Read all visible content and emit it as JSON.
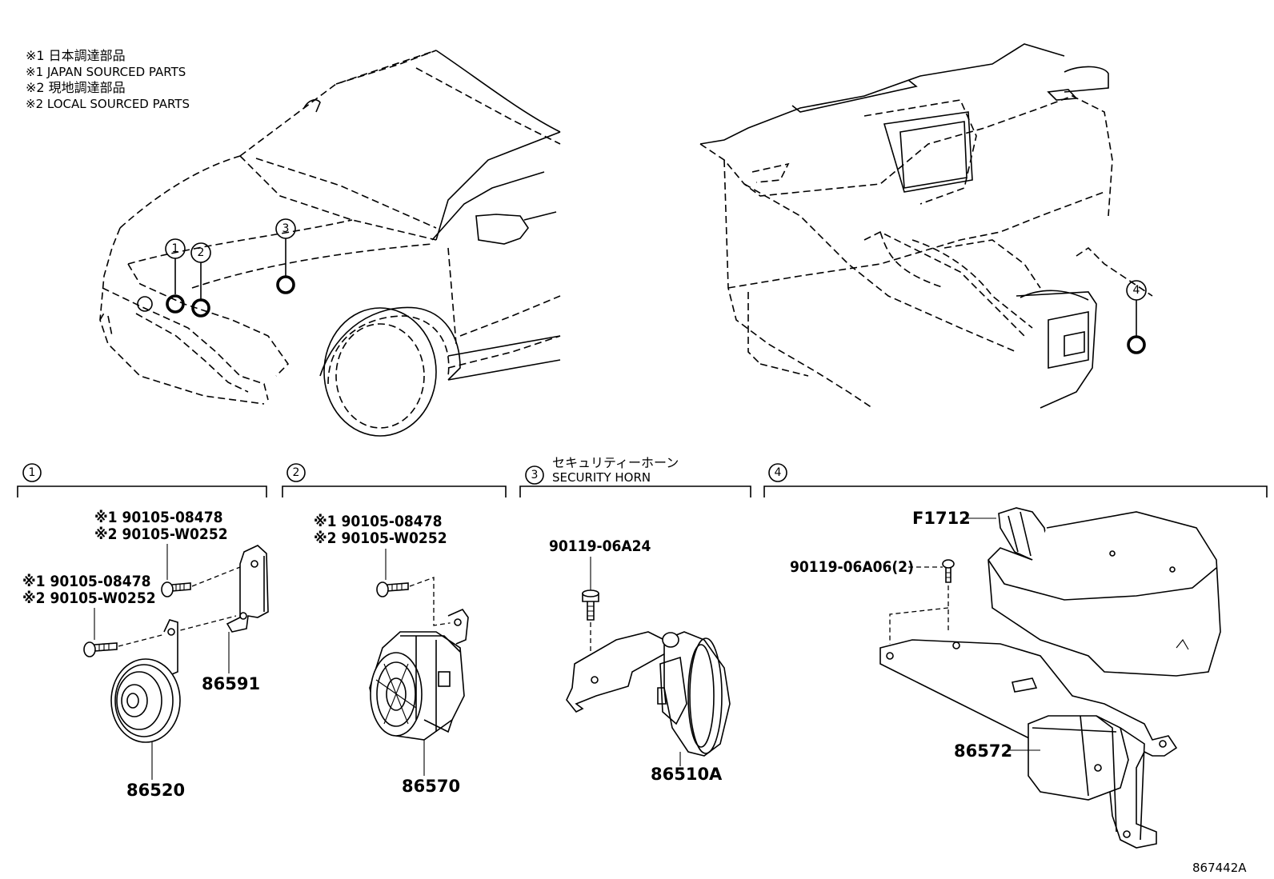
{
  "notes": {
    "n1_jp": "※1 日本調達部品",
    "n1_en": "※1 JAPAN SOURCED PARTS",
    "n2_jp": "※2 現地調達部品",
    "n2_en": "※2 LOCAL SOURCED PARTS"
  },
  "callouts": [
    "1",
    "2",
    "3",
    "4"
  ],
  "sections": {
    "s1": {
      "number": "1",
      "bolt_upper_1": "※1 90105-08478",
      "bolt_upper_2": "※2 90105-W0252",
      "bolt_lower_1": "※1 90105-08478",
      "bolt_lower_2": "※2 90105-W0252",
      "bracket": "86591",
      "horn": "86520"
    },
    "s2": {
      "number": "2",
      "bolt_1": "※1 90105-08478",
      "bolt_2": "※2 90105-W0252",
      "horn": "86570"
    },
    "s3": {
      "number": "3",
      "title_jp": "セキュリティーホーン",
      "title_en": "SECURITY HORN",
      "bolt": "90119-06A24",
      "horn": "86510A"
    },
    "s4": {
      "number": "4",
      "connector": "F1712",
      "bolt": "90119-06A06(2)",
      "unit": "86572"
    }
  },
  "diagram_id": "867442A"
}
